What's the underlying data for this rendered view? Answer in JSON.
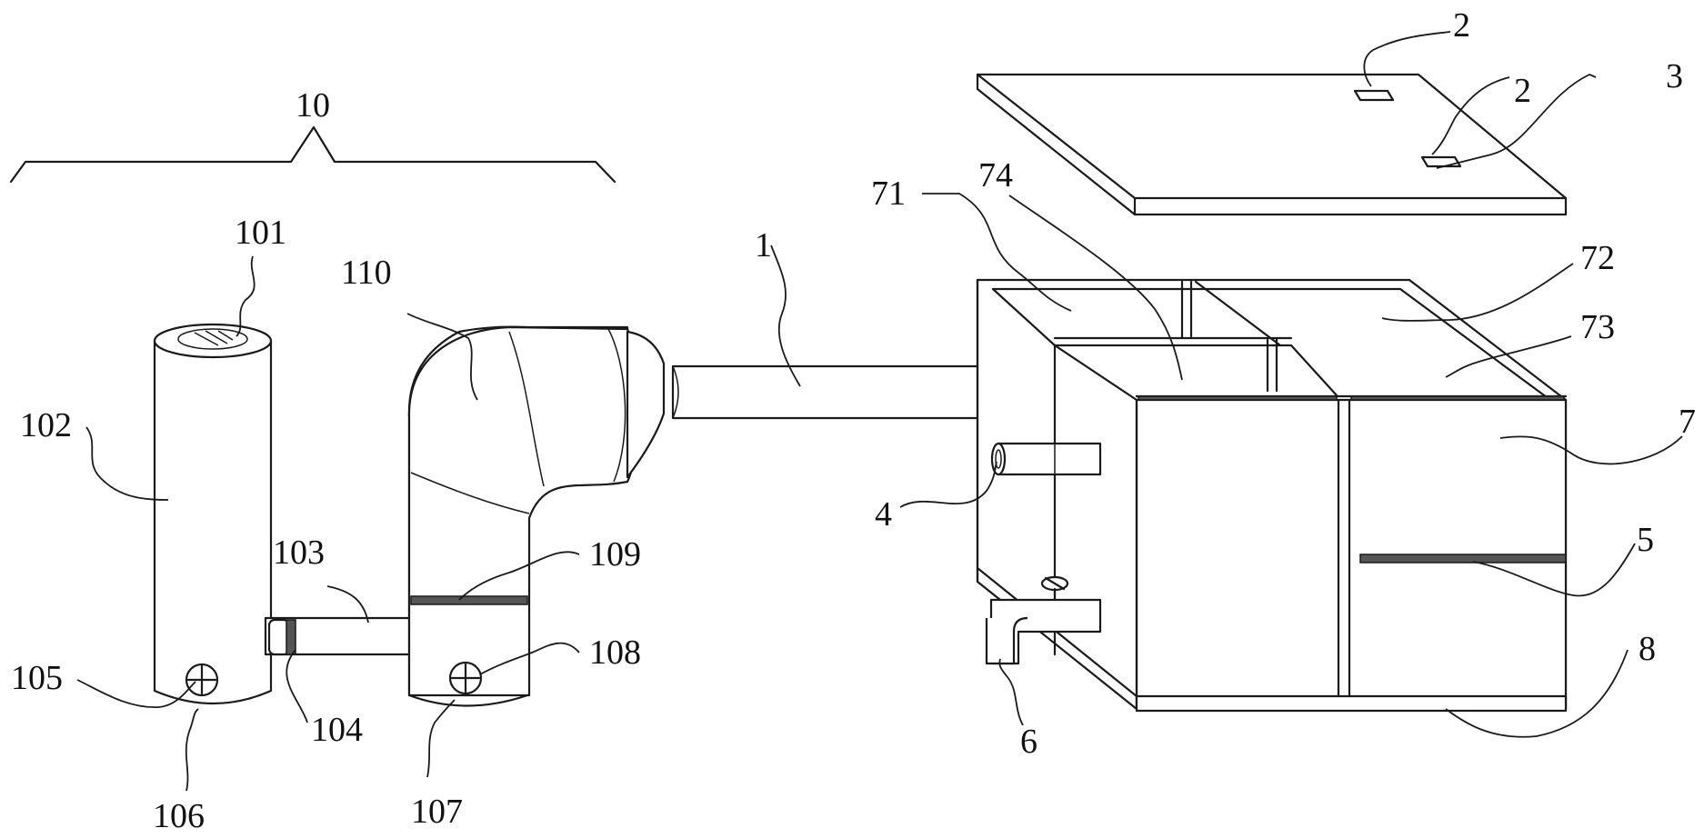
{
  "labels": {
    "l10": "10",
    "l101": "101",
    "l102": "102",
    "l103": "103",
    "l104": "104",
    "l105": "105",
    "l106": "106",
    "l107": "107",
    "l108": "108",
    "l109": "109",
    "l110": "110",
    "l1": "1",
    "l2a": "2",
    "l2b": "2",
    "l3": "3",
    "l4": "4",
    "l5": "5",
    "l6": "6",
    "l7": "7",
    "l8": "8",
    "l71": "71",
    "l72": "72",
    "l73": "73",
    "l74": "74"
  }
}
